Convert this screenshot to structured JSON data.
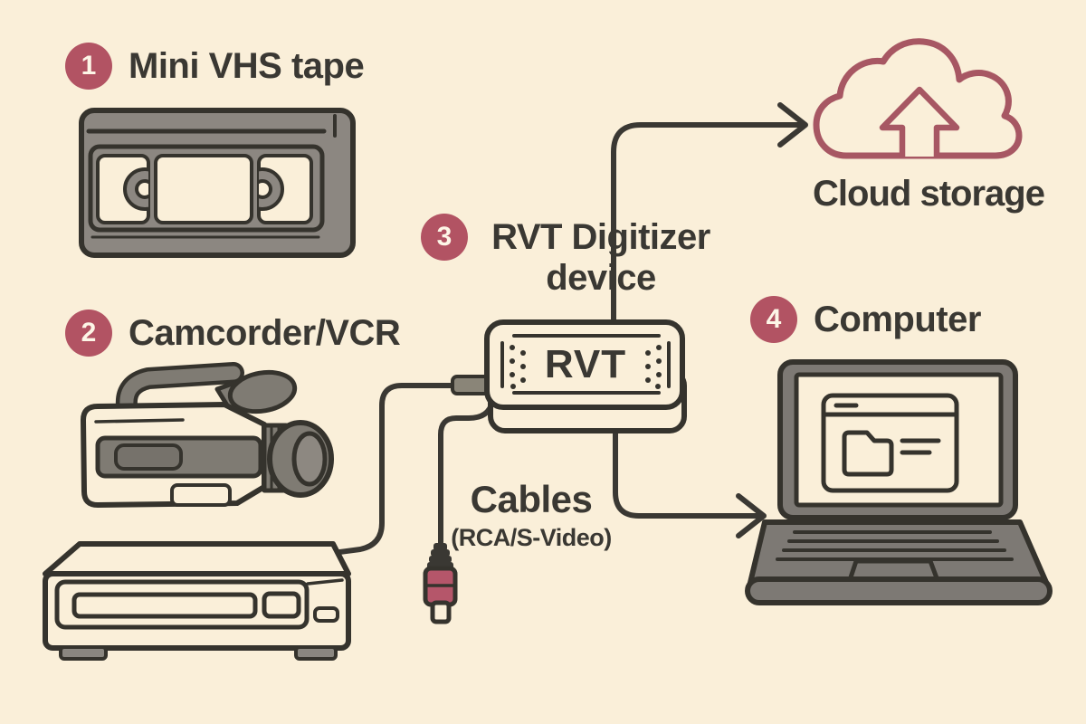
{
  "diagram": {
    "steps": [
      {
        "number": "1",
        "label": "Mini VHS tape"
      },
      {
        "number": "2",
        "label": "Camcorder/VCR"
      },
      {
        "number": "3",
        "label_line1": "RVT Digitizer",
        "label_line2": "device"
      },
      {
        "number": "4",
        "label": "Computer"
      }
    ],
    "device_label": "RVT",
    "cloud_label": "Cloud storage",
    "cables_label": "Cables",
    "cables_sublabel": "(RCA/S-Video)",
    "icons": [
      "vhs-tape-icon",
      "camcorder-icon",
      "vcr-icon",
      "rvt-digitizer-icon",
      "rca-plug-icon",
      "laptop-icon",
      "cloud-upload-icon",
      "arrow-icon"
    ],
    "colors": {
      "background": "#faefd9",
      "badge_red": "#b25363",
      "cloud_red": "#a75763",
      "plug_red": "#b5566a",
      "outline_dark": "#3a3833",
      "device_gray": "#8c8781",
      "text_dark": "#3a3833"
    }
  }
}
